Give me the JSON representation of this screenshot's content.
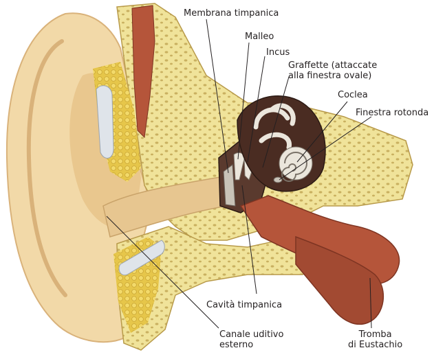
{
  "labels": {
    "membrana_timpanica": "Membrana timpanica",
    "malleo": "Malleo",
    "incus": "Incus",
    "graffette": "Graffette (attaccate\nalla finestra ovale)",
    "coclea": "Coclea",
    "finestra_rotonda": "Finestra rotonda",
    "cavita_timpanica": "Cavità timpanica",
    "canale_uditivo": "Canale uditivo\nesterno",
    "tromba": "Tromba\ndi Eustachio"
  },
  "colors": {
    "skin": "#f2d9a8",
    "skin_shadow": "#d9b27a",
    "bone": "#f0e39a",
    "bone_pore": "#c9b060",
    "fat": "#e6c64a",
    "muscle": "#b5553a",
    "inner_ear": "#4a2c22",
    "ossicle": "#ebe6dc",
    "leader": "#231f20"
  }
}
